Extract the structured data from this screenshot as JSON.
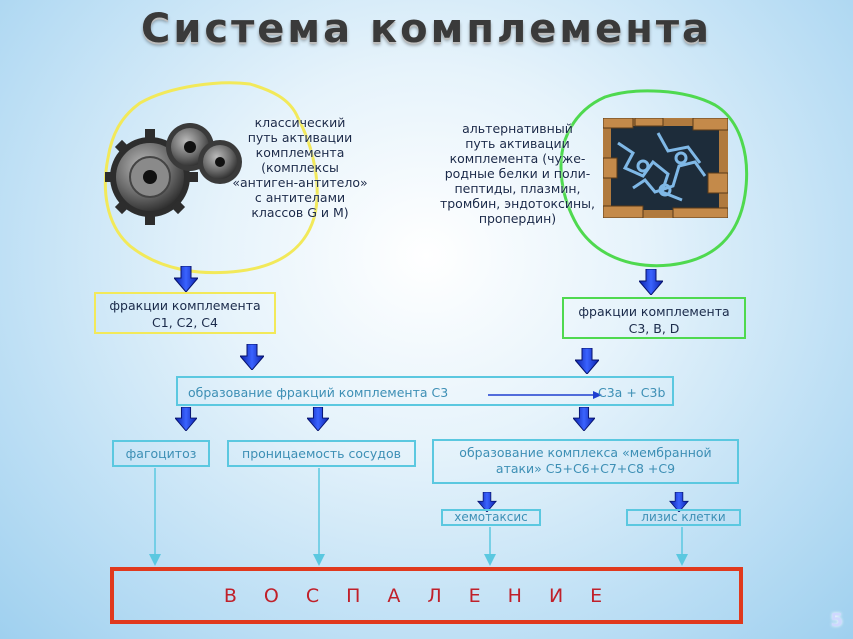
{
  "title": "Система комплемента",
  "classical": {
    "lines": [
      "классический",
      "путь активации",
      "комплемента",
      "(комплексы",
      "«антиген-антитело»",
      "с антителами",
      "классов G и M)"
    ]
  },
  "alternative": {
    "lines": [
      "альтернативный",
      "путь активации",
      "комплемента (чуже-",
      "родные белки и поли-",
      "пептиды, плазмин,",
      "тромбин, эндотоксины,",
      "пропердин)"
    ]
  },
  "fractions_left": {
    "line1": "фракции комплемента",
    "line2": "C1, C2, C4"
  },
  "fractions_right": {
    "line1": "фракции комплемента",
    "line2": "C3, B, D"
  },
  "formation": {
    "label": "образование фракций комплемента C3",
    "result": "C3a  +  C3b"
  },
  "effects": {
    "phagocytosis": "фагоцитоз",
    "permeability": "проницаемость сосудов",
    "mac_line1": "образование комплекса «мембранной",
    "mac_line2": "атаки» C5+C6+C7+C8 +C9"
  },
  "sub_effects": {
    "chemotaxis": "хемотаксис",
    "lysis": "лизис клетки"
  },
  "outcome": "ВОСПАЛЕНИЕ",
  "page_number": "5",
  "colors": {
    "yellow_outline": "#f2e95a",
    "green_outline": "#4fd94f",
    "cyan_box": "#5bc8e0",
    "arrow_blue": "#1f3fd0",
    "inflammation_border": "#e0391d",
    "inflammation_text": "#c0202a"
  }
}
